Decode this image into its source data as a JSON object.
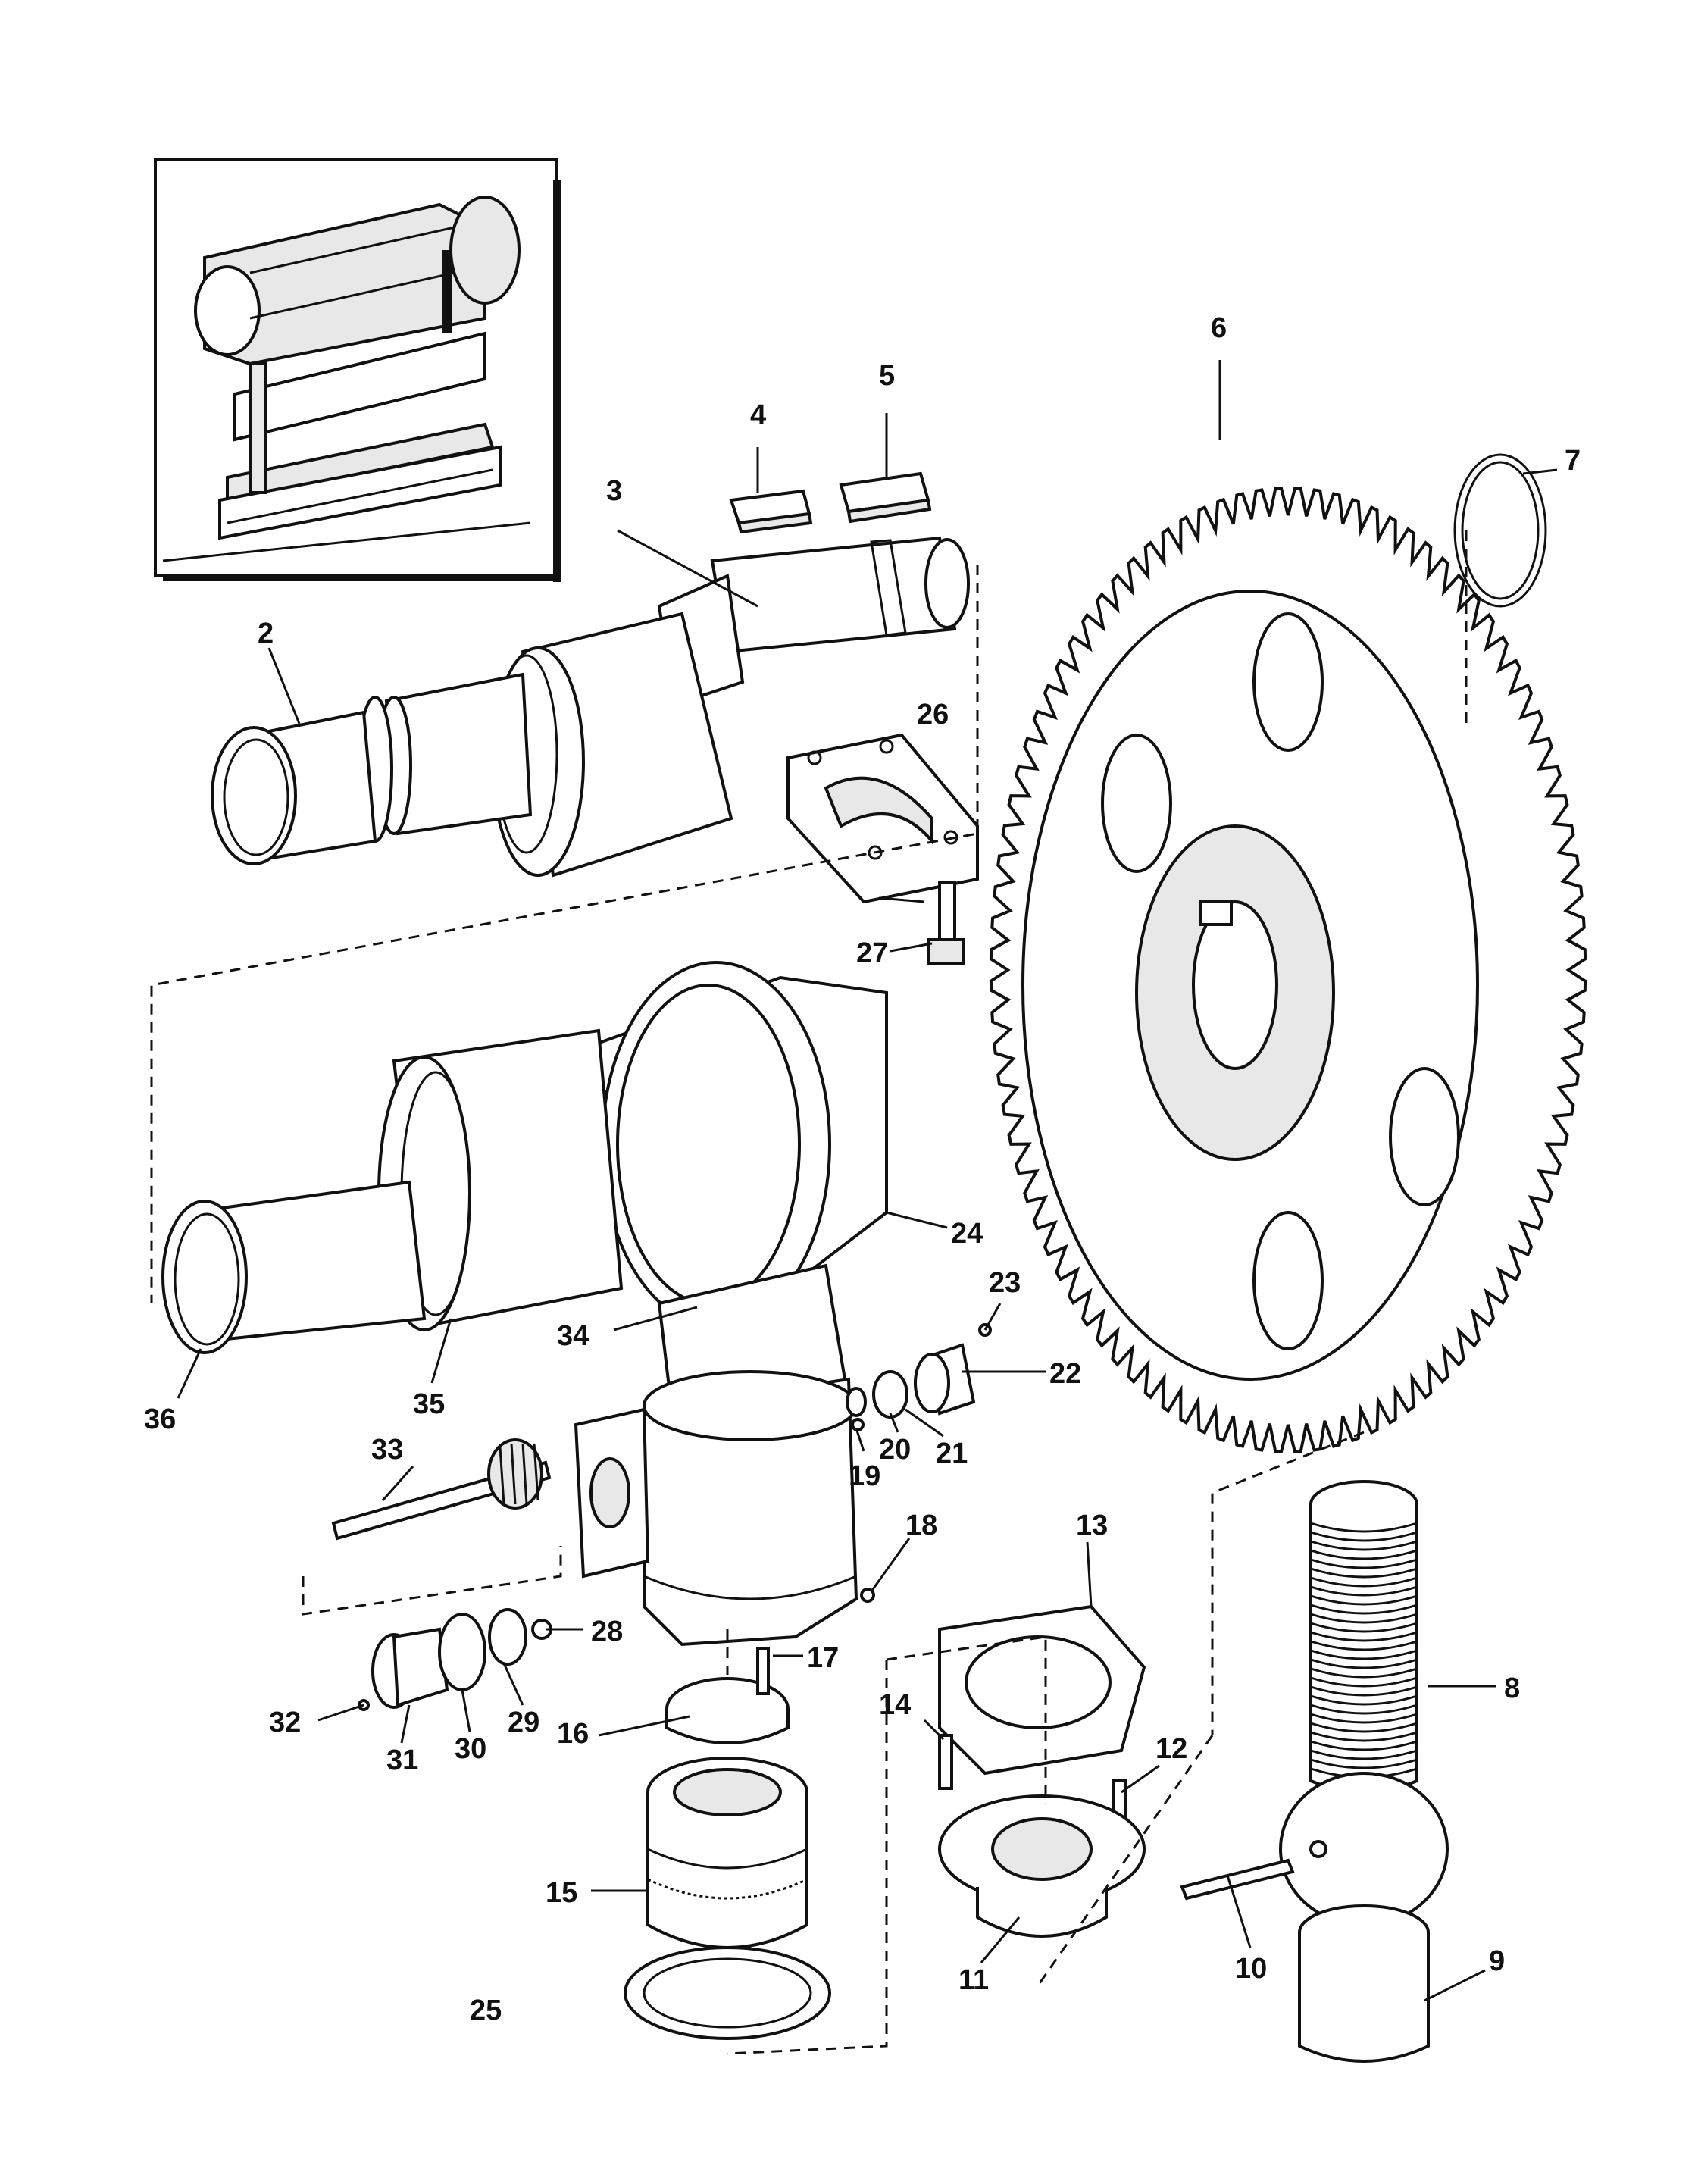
{
  "callouts": {
    "c2": "2",
    "c3": "3",
    "c4": "4",
    "c5": "5",
    "c6": "6",
    "c7": "7",
    "c8": "8",
    "c9": "9",
    "c10": "10",
    "c11": "11",
    "c12": "12",
    "c13": "13",
    "c14": "14",
    "c15": "15",
    "c16": "16",
    "c17": "17",
    "c18": "18",
    "c19": "19",
    "c20": "20",
    "c21": "21",
    "c22": "22",
    "c23": "23",
    "c24": "24",
    "c25": "25",
    "c26": "26",
    "c27": "27",
    "c28": "28",
    "c29": "29",
    "c30": "30",
    "c31": "31",
    "c32": "32",
    "c33": "33",
    "c34": "34",
    "c35": "35",
    "c36": "36"
  }
}
